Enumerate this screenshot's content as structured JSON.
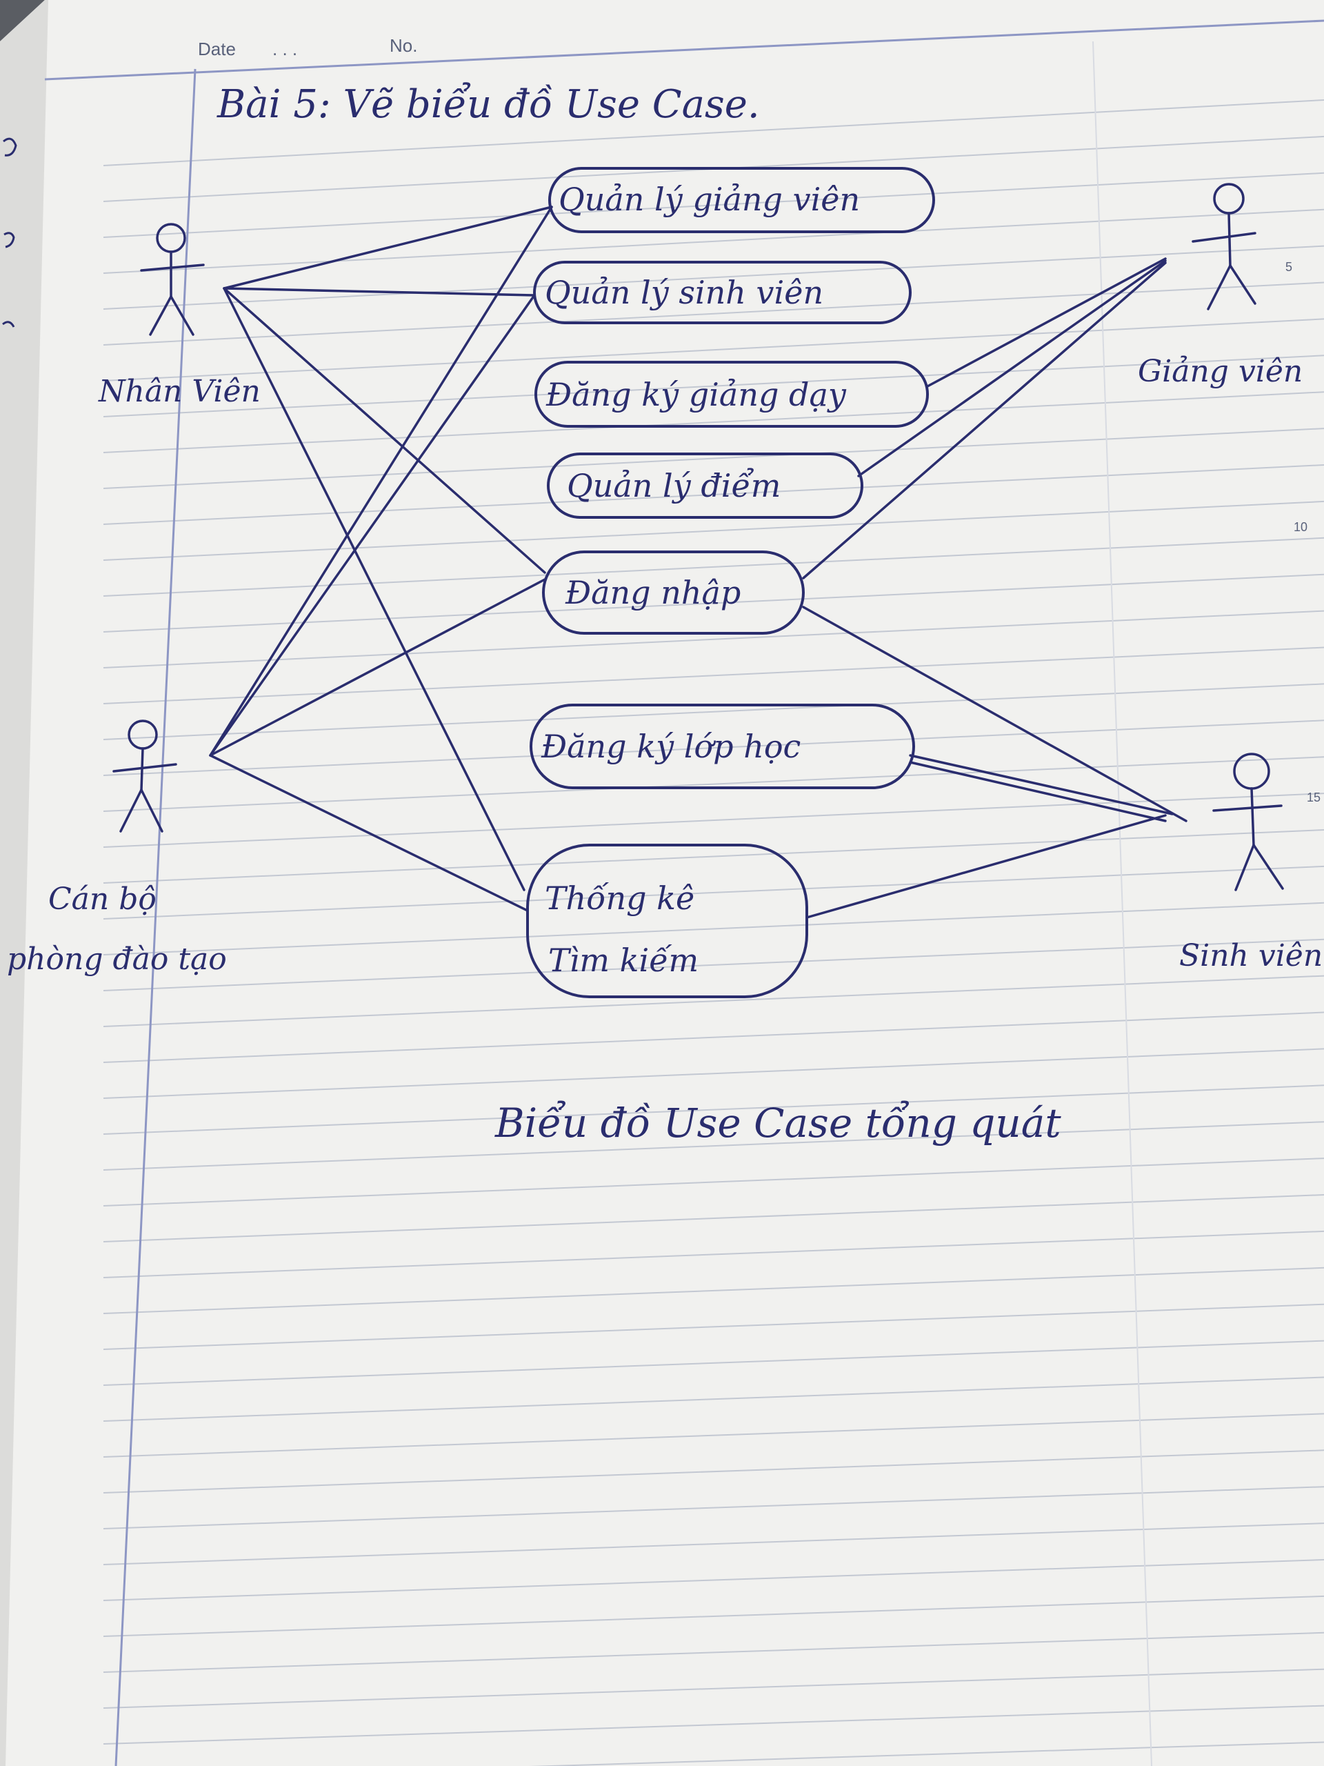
{
  "header": {
    "date_label": "Date",
    "date_dots": ". . .",
    "no_label": "No."
  },
  "title": "Bài 5: Vẽ biểu đồ Use Case.",
  "actors": {
    "nhan_vien": "Nhân Viên",
    "can_bo_line1": "Cán bộ",
    "can_bo_line2": "phòng đào tạo",
    "giang_vien": "Giảng viên",
    "sinh_vien": "Sinh viên"
  },
  "use_cases": {
    "quan_ly_giang_vien": "Quản lý giảng viên",
    "quan_ly_sinh_vien": "Quản lý sinh viên",
    "dang_ky_giang_day": "Đăng ký giảng dạy",
    "quan_ly_diem": "Quản lý điểm",
    "dang_nhap": "Đăng nhập",
    "dang_ky_lop_hoc": "Đăng ký lớp học",
    "thong_ke_line1": "Thống kê",
    "thong_ke_line2": "Tìm kiếm"
  },
  "caption": "Biểu đồ Use Case tổng quát",
  "margin_numbers": [
    "5",
    "10",
    "15"
  ],
  "colors": {
    "paper": "#f1f1ef",
    "ink": "#2a2d6e",
    "rule": "#c3c8d2",
    "margin_line": "#8d96c4",
    "desk": "#5a5d63"
  }
}
